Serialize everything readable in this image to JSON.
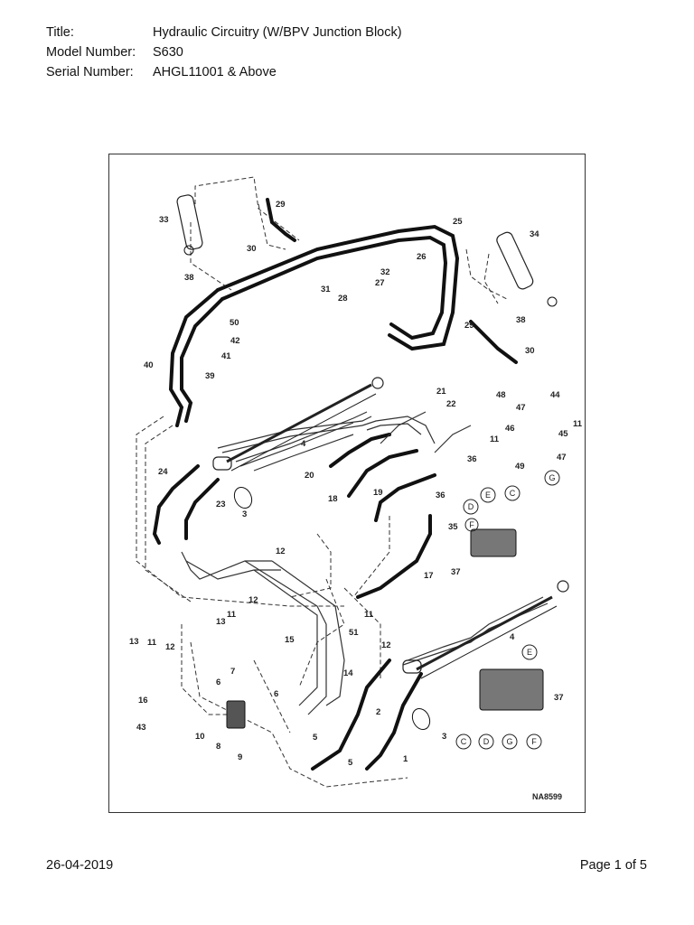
{
  "header": {
    "title_key": "Title:",
    "title_value": "Hydraulic Circuitry (W/BPV Junction Block)",
    "model_key": "Model Number:",
    "model_value": "S630",
    "serial_key": "Serial Number:",
    "serial_value": "AHGL11001 & Above"
  },
  "diagram": {
    "code": "NA8599",
    "callouts": [
      "1",
      "2",
      "3",
      "4",
      "5",
      "6",
      "7",
      "8",
      "9",
      "10",
      "11",
      "12",
      "13",
      "14",
      "15",
      "16",
      "17",
      "18",
      "19",
      "20",
      "21",
      "22",
      "23",
      "24",
      "25",
      "26",
      "27",
      "28",
      "29",
      "30",
      "31",
      "32",
      "33",
      "34",
      "35",
      "36",
      "37",
      "38",
      "39",
      "40",
      "41",
      "42",
      "43",
      "44",
      "45",
      "46",
      "47",
      "48",
      "49",
      "50",
      "51"
    ],
    "circle_labels": [
      "C",
      "D",
      "E",
      "F",
      "G"
    ]
  },
  "footer": {
    "date": "26-04-2019",
    "page": "Page 1 of 5"
  }
}
